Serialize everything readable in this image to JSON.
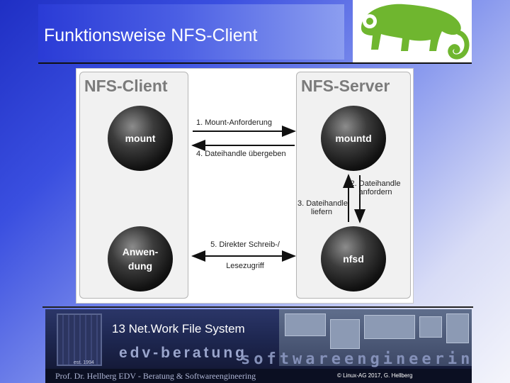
{
  "slide": {
    "title": "Funktionsweise NFS-Client"
  },
  "diagram": {
    "client_title": "NFS-Client",
    "server_title": "NFS-Server",
    "nodes": {
      "mount": "mount",
      "anwendung_line1": "Anwen-",
      "anwendung_line2": "dung",
      "mountd": "mountd",
      "nfsd": "nfsd"
    },
    "steps": {
      "s1": "1. Mount-Anforderung",
      "s4": "4. Dateihandle übergeben",
      "s2_line1": "2. Dateihandle",
      "s2_line2": "anfordern",
      "s3_line1": "3. Dateihandle",
      "s3_line2": "liefern",
      "s5_line1": "5. Direkter Schreib-/",
      "s5_line2": "Lesezugriff"
    }
  },
  "footer": {
    "course_title": "13 Net.Work File System",
    "brand_left": "edv-beratung",
    "brand_right": "softwareengineering",
    "established": "est. 1994",
    "author": "Prof. Dr. Hellberg EDV - Beratung & Softwareengineering",
    "copyright": "© Linux-AG 2017, G. Hellberg"
  },
  "colors": {
    "logo_green": "#6fb62f",
    "ball": "#111111",
    "panel_title": "#7b7b7b"
  }
}
